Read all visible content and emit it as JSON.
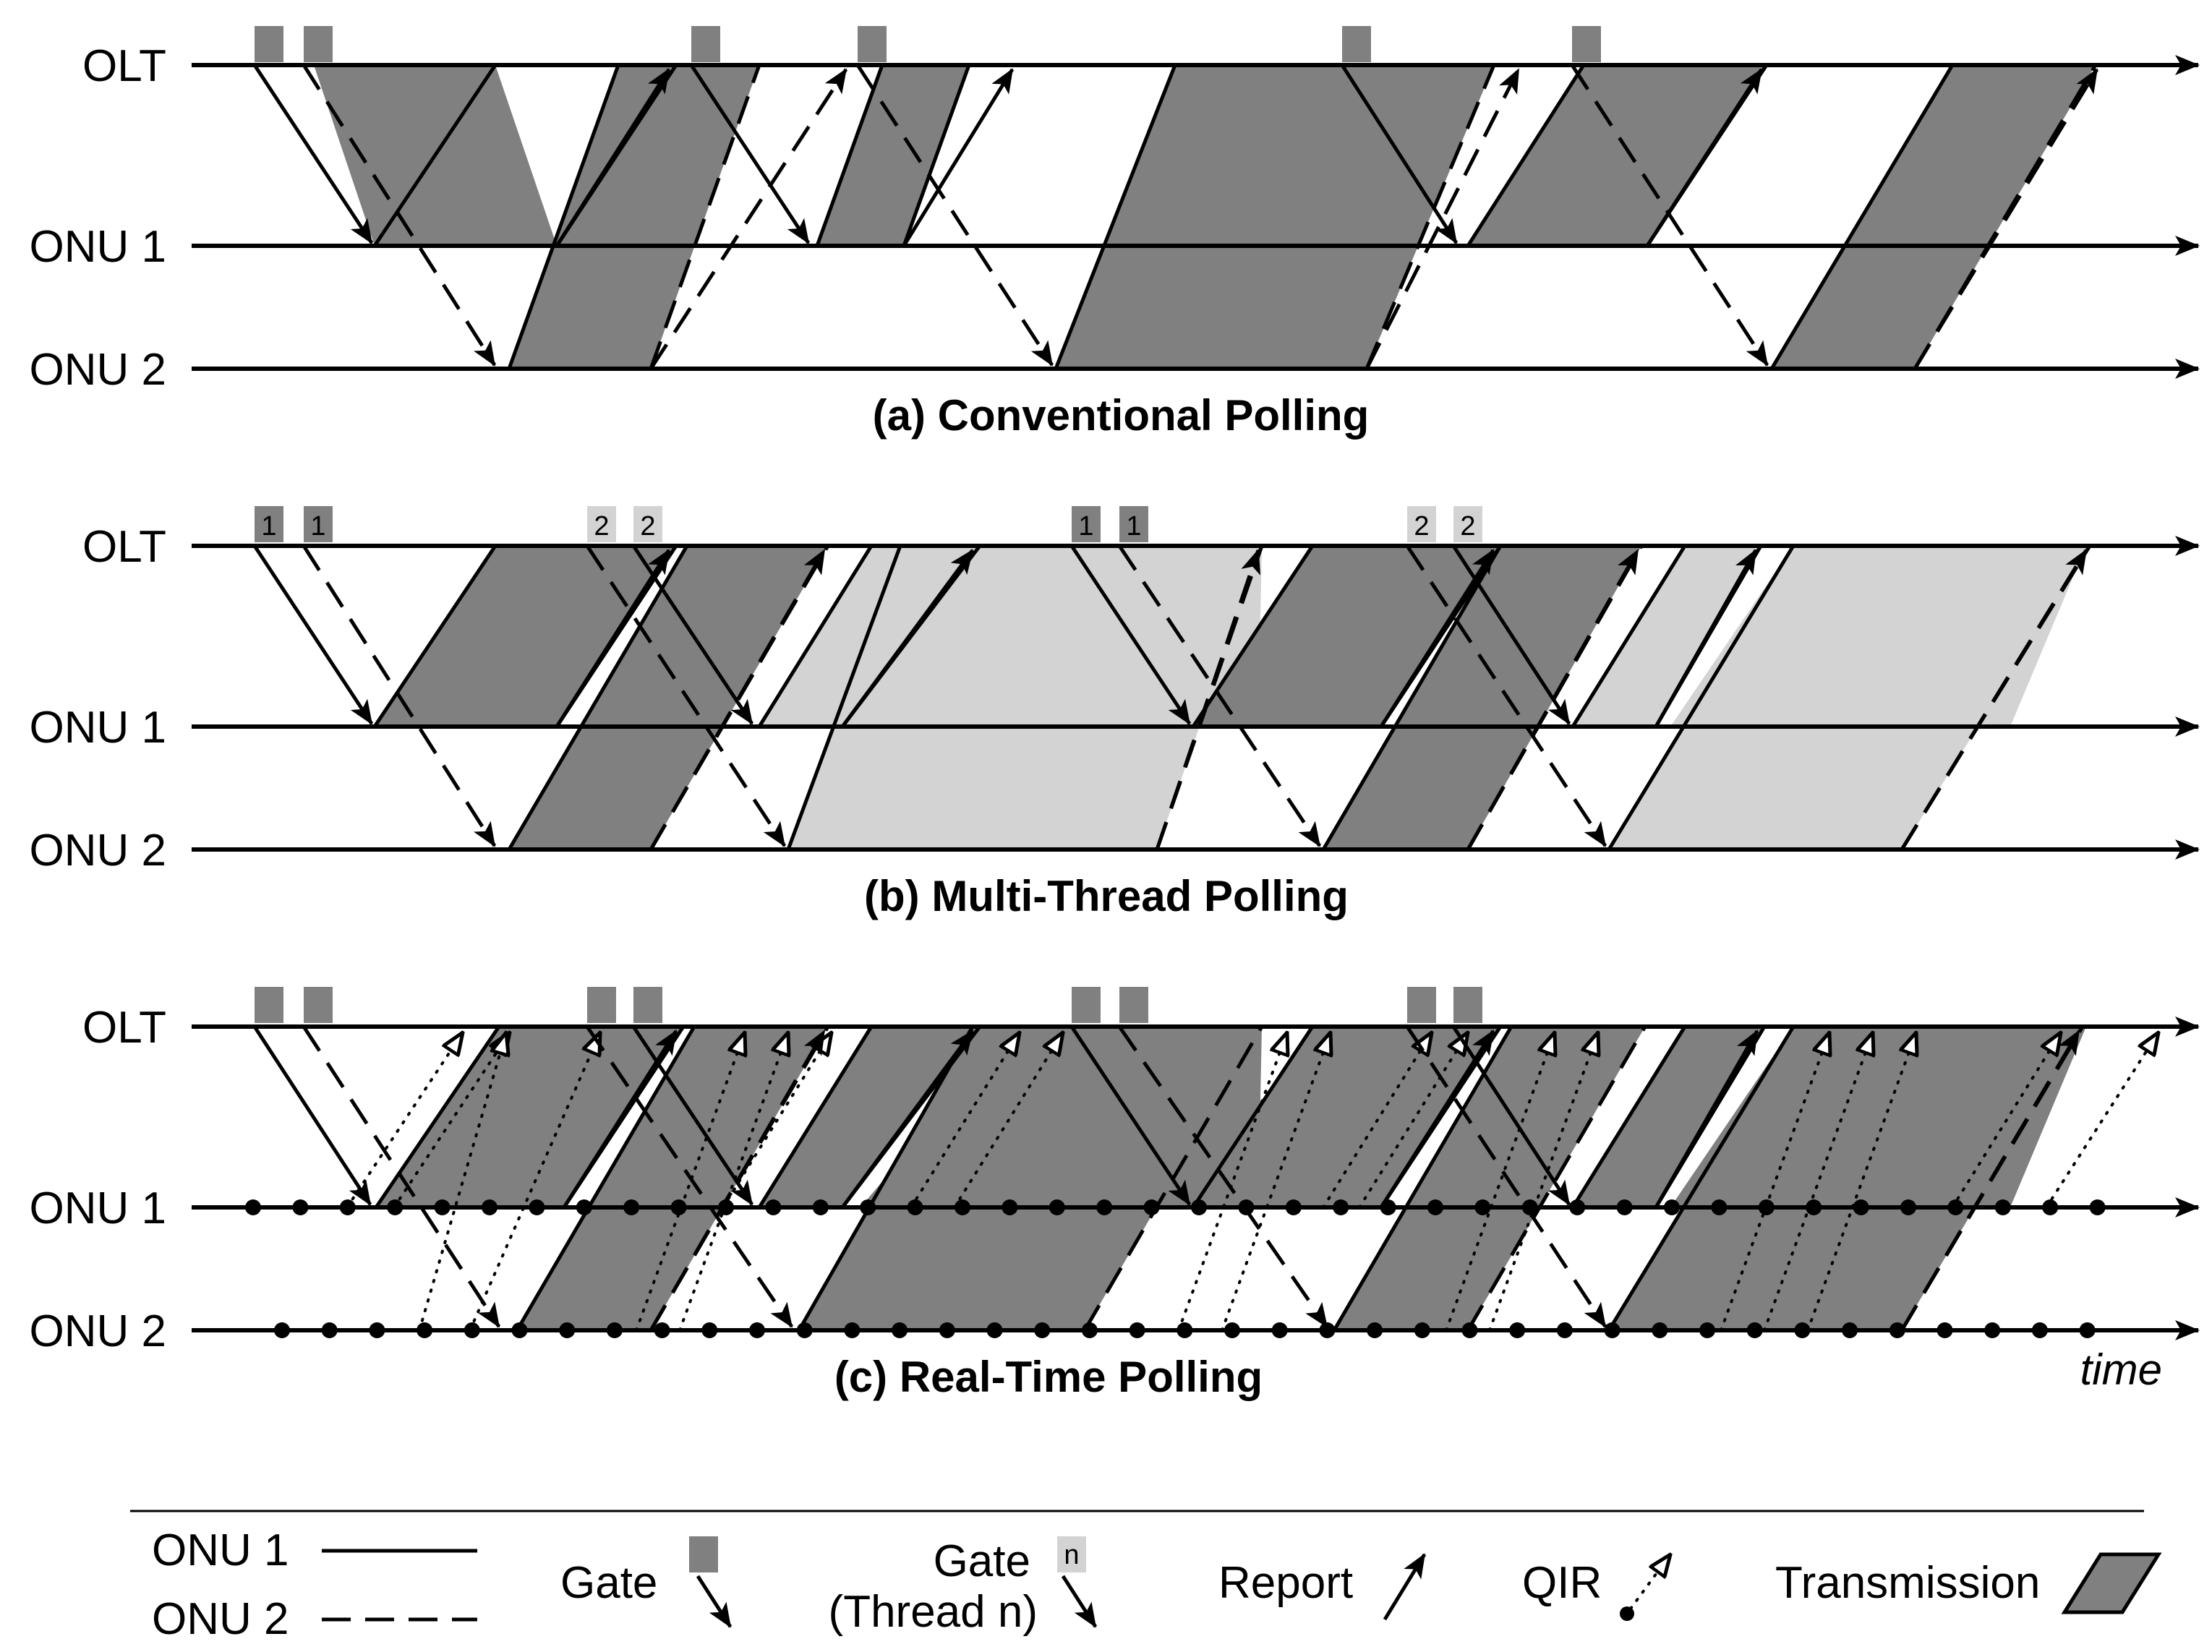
{
  "lines": {
    "olt": "OLT",
    "onu1": "ONU 1",
    "onu2": "ONU 2",
    "time": "time"
  },
  "captions": {
    "a": "(a) Conventional Polling",
    "b": "(b) Multi-Thread Polling",
    "c": "(c) Real-Time Polling"
  },
  "gate_numbers": {
    "thread1": "1",
    "thread2": "2"
  },
  "legend": {
    "onu1": "ONU 1",
    "onu2": "ONU 2",
    "gate": "Gate",
    "gate_thread_1": "Gate",
    "gate_thread_2": "(Thread n)",
    "gate_thread_marker": "n",
    "report": "Report",
    "qir": "QIR",
    "transmission": "Transmission"
  },
  "colors": {
    "dark_fill": "#808080",
    "light_fill": "#d3d3d3",
    "line": "#000000"
  }
}
